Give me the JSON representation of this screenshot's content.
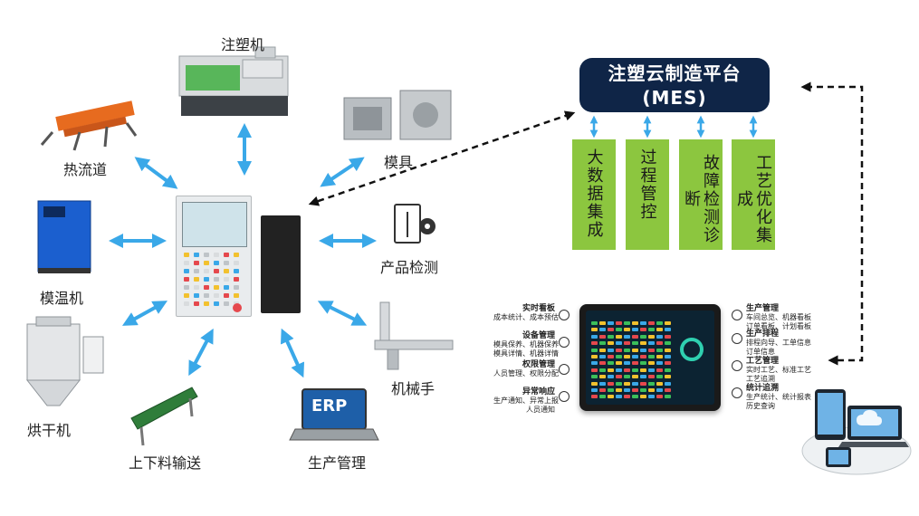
{
  "labels": {
    "injection_machine": "注塑机",
    "hot_runner": "热流道",
    "mold": "模具",
    "mold_temp": "模温机",
    "inspection": "产品检测",
    "dryer": "烘干机",
    "robot_arm": "机械手",
    "conveyor": "上下料输送",
    "production_mgmt": "生产管理"
  },
  "erp_text": "ERP",
  "mes": {
    "title_line1": "注塑云制造平台",
    "title_line2": "(MES)"
  },
  "pillars": [
    "大数据集成",
    "过程管控",
    "故障检测诊断",
    "工艺优化集成"
  ],
  "features_left": [
    {
      "title": "实时看板",
      "line1": "成本统计、成本预估",
      "line2": ""
    },
    {
      "title": "设备管理",
      "line1": "模具保养、机器保养",
      "line2": "模具详情、机器详情"
    },
    {
      "title": "权限管理",
      "line1": "人员管理、权限分配",
      "line2": ""
    },
    {
      "title": "异常响应",
      "line1": "生产通知、异常上报",
      "line2": "人员通知"
    }
  ],
  "features_right": [
    {
      "title": "生产管理",
      "line1": "车间总览、机器看板",
      "line2": "订单看板、计划看板"
    },
    {
      "title": "生产排程",
      "line1": "排程向导、工单信息",
      "line2": "订单信息"
    },
    {
      "title": "工艺管理",
      "line1": "实时工艺、标准工艺",
      "line2": "工艺追溯"
    },
    {
      "title": "统计追溯",
      "line1": "生产统计、统计报表",
      "line2": "历史查询"
    }
  ],
  "icons": {
    "arrow": "double-arrow-icon",
    "gear": "gear-icon",
    "cloud": "cloud-icon"
  },
  "colors": {
    "arrow_blue": "#3aa8e8",
    "mes_navy": "#0f2547",
    "pillar_green": "#8cc63f",
    "dashed_black": "#111111"
  }
}
